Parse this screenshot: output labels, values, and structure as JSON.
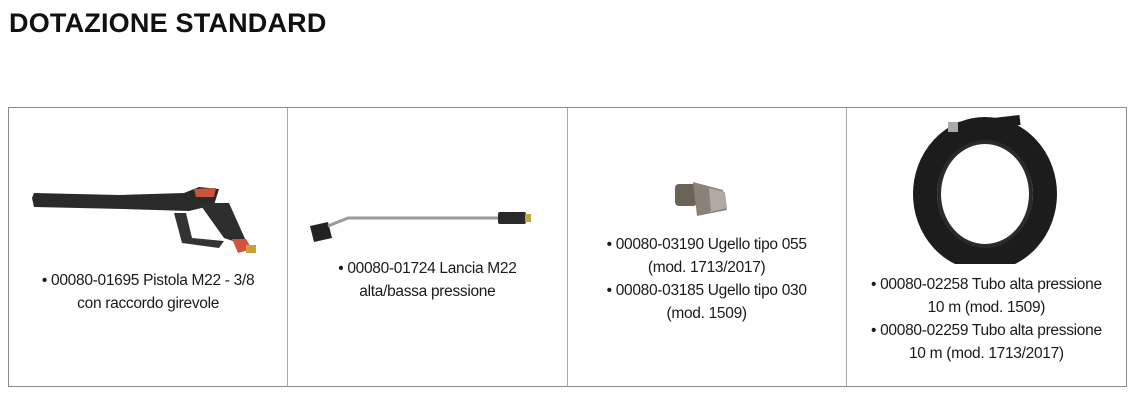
{
  "title": "DOTAZIONE STANDARD",
  "items": [
    {
      "lines": [
        "• 00080-01695 Pistola M22 - 3/8",
        "con raccordo girevole"
      ],
      "icon": "spray-gun"
    },
    {
      "lines": [
        "• 00080-01724 Lancia M22",
        "alta/bassa pressione"
      ],
      "icon": "lance"
    },
    {
      "lines": [
        "• 00080-03190 Ugello tipo 055",
        "(mod. 1713/2017)",
        "• 00080-03185 Ugello tipo 030",
        "(mod. 1509)"
      ],
      "icon": "nozzle"
    },
    {
      "lines": [
        "• 00080-02258 Tubo alta pressione",
        "10 m (mod. 1509)",
        "• 00080-02259 Tubo alta pressione",
        "10 m (mod. 1713/2017)"
      ],
      "icon": "hose"
    }
  ]
}
